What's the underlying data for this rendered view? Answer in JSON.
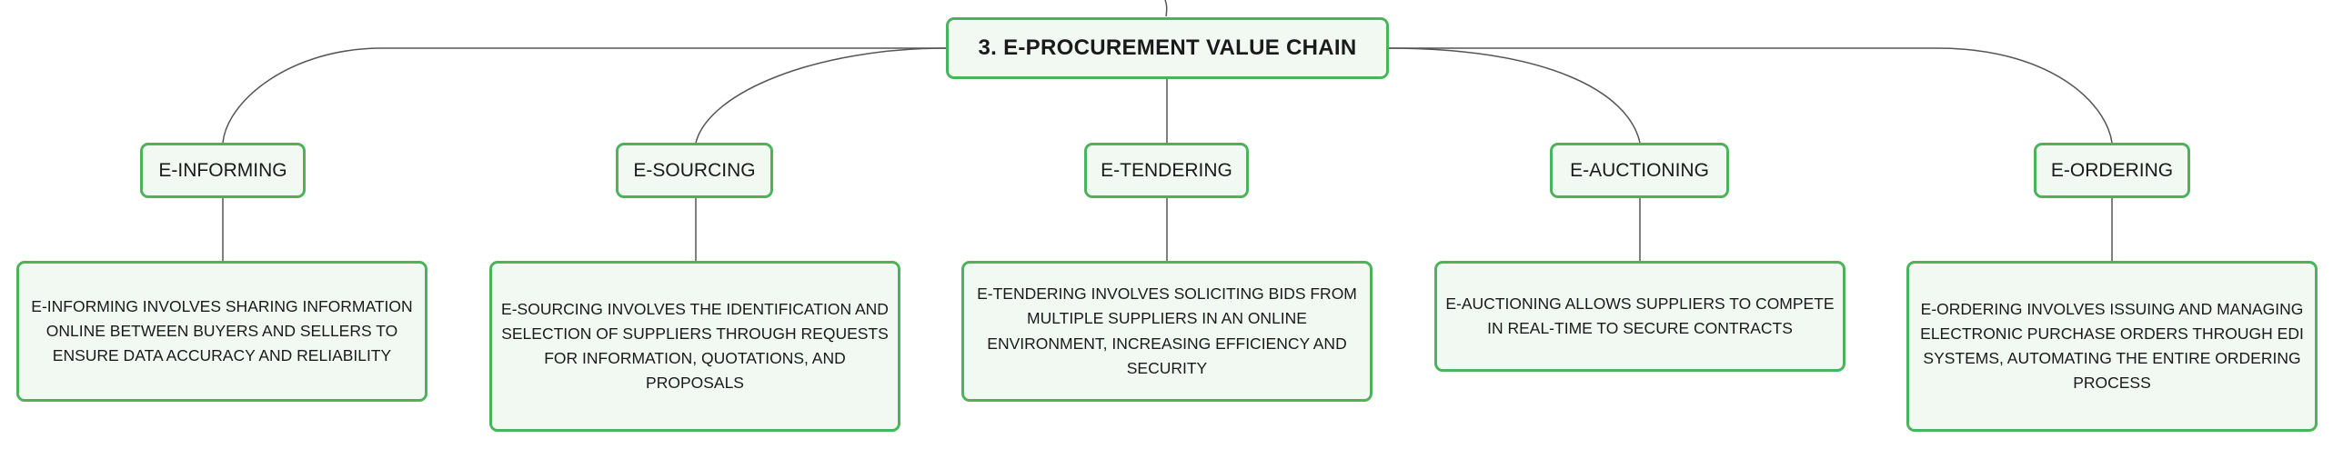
{
  "diagram": {
    "root": {
      "label": "3. E-PROCUREMENT VALUE CHAIN"
    },
    "branches": [
      {
        "label": "E-INFORMING",
        "description": "E-INFORMING INVOLVES SHARING INFORMATION ONLINE BETWEEN BUYERS AND SELLERS TO ENSURE DATA ACCURACY AND RELIABILITY"
      },
      {
        "label": "E-SOURCING",
        "description": "E-SOURCING INVOLVES THE IDENTIFICATION AND SELECTION OF SUPPLIERS THROUGH REQUESTS FOR INFORMATION, QUOTATIONS, AND PROPOSALS"
      },
      {
        "label": "E-TENDERING",
        "description": "E-TENDERING INVOLVES SOLICITING BIDS FROM MULTIPLE SUPPLIERS IN AN ONLINE ENVIRONMENT, INCREASING EFFICIENCY AND SECURITY"
      },
      {
        "label": "E-AUCTIONING",
        "description": "E-AUCTIONING ALLOWS SUPPLIERS TO COMPETE IN REAL-TIME TO SECURE CONTRACTS"
      },
      {
        "label": "E-ORDERING",
        "description": "E-ORDERING INVOLVES ISSUING AND MANAGING ELECTRONIC PURCHASE ORDERS THROUGH EDI SYSTEMS, AUTOMATING THE ENTIRE ORDERING PROCESS"
      }
    ]
  },
  "colors": {
    "border": "#4bb35b",
    "fill": "#f2f9f3",
    "connector": "#555555"
  }
}
